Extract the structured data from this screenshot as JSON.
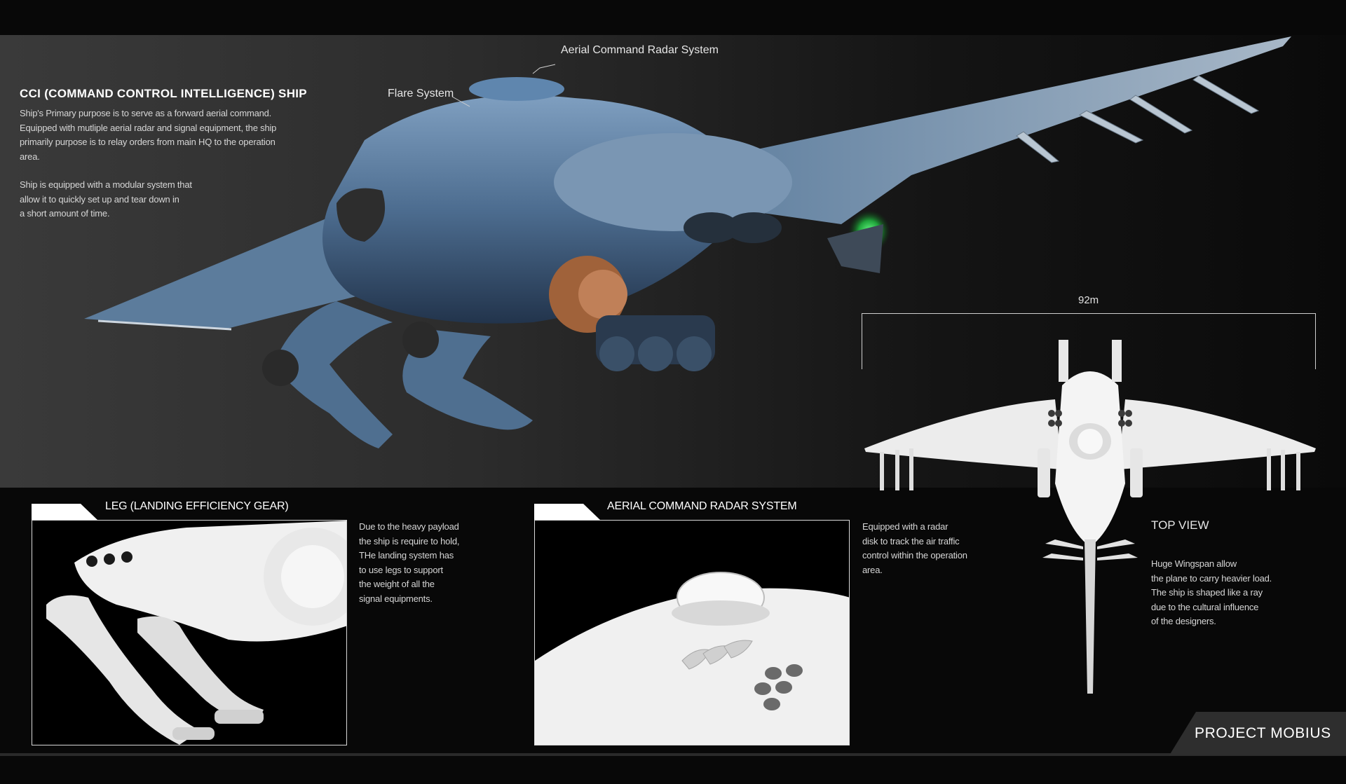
{
  "hero": {
    "title": "CCI (COMMAND CONTROL INTELLIGENCE) SHIP",
    "description_1": "Ship's Primary purpose is to serve as a forward aerial command.\nEquipped with mutliple aerial radar and signal equipment, the ship\nprimarily purpose is to relay orders from main HQ to the operation\narea.",
    "description_2": "Ship is equipped with a modular system that\nallow it to quickly set up and tear down in\na short amount of time.",
    "callout_radar": "Aerial Command Radar System",
    "callout_flare": "Flare System"
  },
  "top_view": {
    "dimension": "92m",
    "label": "TOP VIEW",
    "description": "Huge Wingspan allow\nthe plane to carry heavier load.\nThe ship is shaped like a ray\ndue to the cultural influence\nof the designers."
  },
  "leg_panel": {
    "title": "LEG (LANDING EFFICIENCY GEAR)",
    "description": "Due to the heavy payload\nthe ship is require to hold,\nTHe landing system has\nto use legs to support\nthe weight of all the\nsignal equipments."
  },
  "radar_panel": {
    "title": "AERIAL COMMAND RADAR SYSTEM",
    "description": "Equipped with a radar\ndisk to track the air traffic\ncontrol within the operation\narea."
  },
  "footer": {
    "project": "PROJECT MOBIUS"
  },
  "colors": {
    "hull_blue": "#4f6f90",
    "accent_green": "#3cff6a",
    "copper": "#a0623a"
  }
}
